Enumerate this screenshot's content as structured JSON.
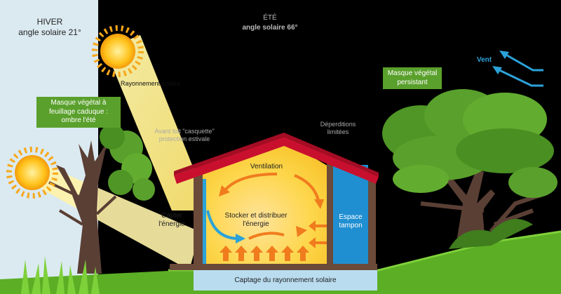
{
  "winter": {
    "title": "HIVER",
    "angle": "angle solaire 21°"
  },
  "summer": {
    "title": "ÉTÉ",
    "angle": "angle solaire 66°"
  },
  "labels": {
    "rayonnement": "Rayonnement solaire",
    "masque_caduque": "Masque végétal à feuillage caduque : ombre l'été",
    "masque_persistant": "Masque végétal persistant",
    "vent": "Vent",
    "avant_toit": "Avant toit \"casquette\" protection estivale",
    "deperditions": "Déperditions limitées",
    "ventilation": "Ventilation",
    "capter": "Capter l'énergie",
    "stocker": "Stocker et distribuer l'énergie",
    "espace_tampon": "Espace tampon",
    "captage": "Captage du rayonnement solaire"
  },
  "colors": {
    "winter_sky": "#dbeaf1",
    "roof": "#c8102e",
    "wall": "#6b4a3a",
    "buffer": "#1f8fd1",
    "arrow_orange": "#f07c1e",
    "arrow_blue": "#2ba2d8",
    "box_green": "#5aa02c",
    "ground": "#6cbf2d",
    "slab_blue": "#b9dcef"
  }
}
